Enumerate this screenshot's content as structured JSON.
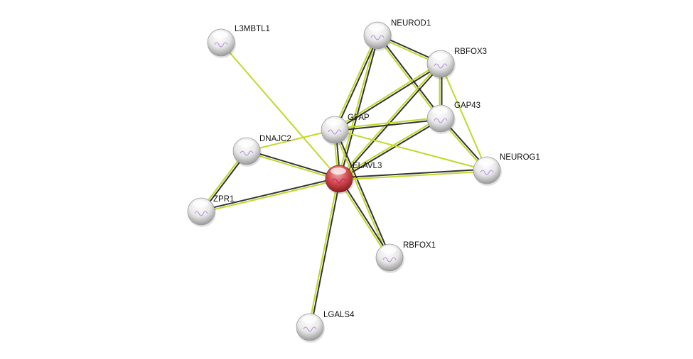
{
  "network": {
    "query_protein": "ELAVL3",
    "colors": {
      "coexpression": "#333333",
      "textmining": "#c2d82a",
      "query_node": "#c8383c",
      "node": "#e6e6e6"
    },
    "nodes": [
      {
        "id": "L3MBTL1",
        "label": "L3MBTL1"
      },
      {
        "id": "NEUROD1",
        "label": "NEUROD1"
      },
      {
        "id": "RBFOX3",
        "label": "RBFOX3"
      },
      {
        "id": "GAP43",
        "label": "GAP43"
      },
      {
        "id": "GFAP",
        "label": "GFAP"
      },
      {
        "id": "DNAJC2",
        "label": "DNAJC2"
      },
      {
        "id": "ELAVL3",
        "label": "ELAVL3"
      },
      {
        "id": "NEUROG1",
        "label": "NEUROG1"
      },
      {
        "id": "ZPR1",
        "label": "ZPR1"
      },
      {
        "id": "RBFOX1",
        "label": "RBFOX1"
      },
      {
        "id": "LGALS4",
        "label": "LGALS4"
      }
    ],
    "edges": [
      {
        "source": "L3MBTL1",
        "target": "ELAVL3",
        "types": [
          "textmining"
        ]
      },
      {
        "source": "NEUROD1",
        "target": "ELAVL3",
        "types": [
          "coexpression",
          "textmining"
        ]
      },
      {
        "source": "NEUROD1",
        "target": "GFAP",
        "types": [
          "coexpression",
          "textmining"
        ]
      },
      {
        "source": "NEUROD1",
        "target": "RBFOX3",
        "types": [
          "coexpression",
          "textmining"
        ]
      },
      {
        "source": "NEUROD1",
        "target": "GAP43",
        "types": [
          "coexpression",
          "textmining"
        ]
      },
      {
        "source": "RBFOX3",
        "target": "GFAP",
        "types": [
          "coexpression",
          "textmining"
        ]
      },
      {
        "source": "RBFOX3",
        "target": "ELAVL3",
        "types": [
          "coexpression",
          "textmining"
        ]
      },
      {
        "source": "RBFOX3",
        "target": "GAP43",
        "types": [
          "coexpression",
          "textmining"
        ]
      },
      {
        "source": "RBFOX3",
        "target": "NEUROG1",
        "types": [
          "textmining"
        ]
      },
      {
        "source": "GAP43",
        "target": "GFAP",
        "types": [
          "coexpression",
          "textmining"
        ]
      },
      {
        "source": "GAP43",
        "target": "ELAVL3",
        "types": [
          "coexpression",
          "textmining"
        ]
      },
      {
        "source": "GAP43",
        "target": "NEUROG1",
        "types": [
          "coexpression",
          "textmining"
        ]
      },
      {
        "source": "GFAP",
        "target": "NEUROG1",
        "types": [
          "textmining"
        ]
      },
      {
        "source": "GFAP",
        "target": "DNAJC2",
        "types": [
          "textmining"
        ]
      },
      {
        "source": "GFAP",
        "target": "ELAVL3",
        "types": [
          "coexpression",
          "textmining"
        ]
      },
      {
        "source": "GFAP",
        "target": "RBFOX1",
        "types": [
          "coexpression",
          "textmining"
        ]
      },
      {
        "source": "DNAJC2",
        "target": "ELAVL3",
        "types": [
          "coexpression",
          "textmining"
        ]
      },
      {
        "source": "DNAJC2",
        "target": "ZPR1",
        "types": [
          "coexpression",
          "textmining"
        ]
      },
      {
        "source": "ZPR1",
        "target": "ELAVL3",
        "types": [
          "coexpression",
          "textmining"
        ]
      },
      {
        "source": "ELAVL3",
        "target": "NEUROG1",
        "types": [
          "coexpression",
          "textmining"
        ]
      },
      {
        "source": "ELAVL3",
        "target": "RBFOX1",
        "types": [
          "coexpression",
          "textmining"
        ]
      },
      {
        "source": "ELAVL3",
        "target": "LGALS4",
        "types": [
          "coexpression",
          "textmining"
        ]
      }
    ]
  }
}
